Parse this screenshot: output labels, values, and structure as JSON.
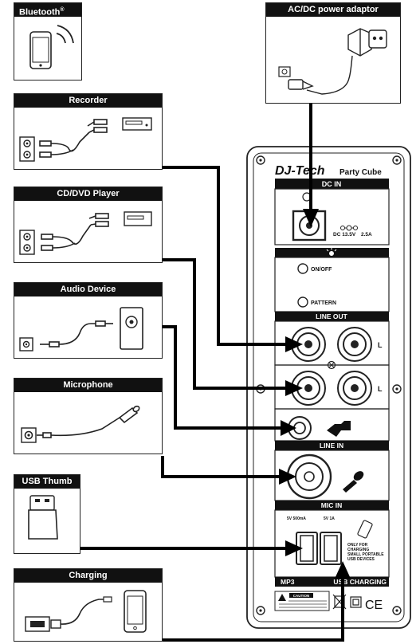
{
  "boxes": {
    "bluetooth": "Bluetooth",
    "bluetooth_mark": "®",
    "power": "AC/DC power adaptor",
    "recorder": "Recorder",
    "cd": "CD/DVD Player",
    "audio": "Audio Device",
    "mic": "Microphone",
    "usb": "USB Thumb",
    "charging": "Charging"
  },
  "panel": {
    "brand": "DJ-Tech",
    "model": "Party Cube",
    "dc_in": "DC IN",
    "dc_spec": "DC 13.5V",
    "dc_spec2": "2.5A",
    "onoff": "ON/OFF",
    "pattern": "PATTERN",
    "line_out": "LINE OUT",
    "l1": "L",
    "l2": "L",
    "line_in": "LINE IN",
    "mic_in": "MIC IN",
    "usb_spec1": "5V 500mA",
    "usb_spec2": "5V 1A",
    "mp3": "MP3",
    "usb_charging": "USB CHARGING",
    "charge_note1": "ONLY FOR",
    "charge_note2": "CHARGING",
    "charge_note3": "SMALL PORTABLE",
    "charge_note4": "USB DEVICES",
    "caution": "CAUTION",
    "ce": "CE"
  }
}
